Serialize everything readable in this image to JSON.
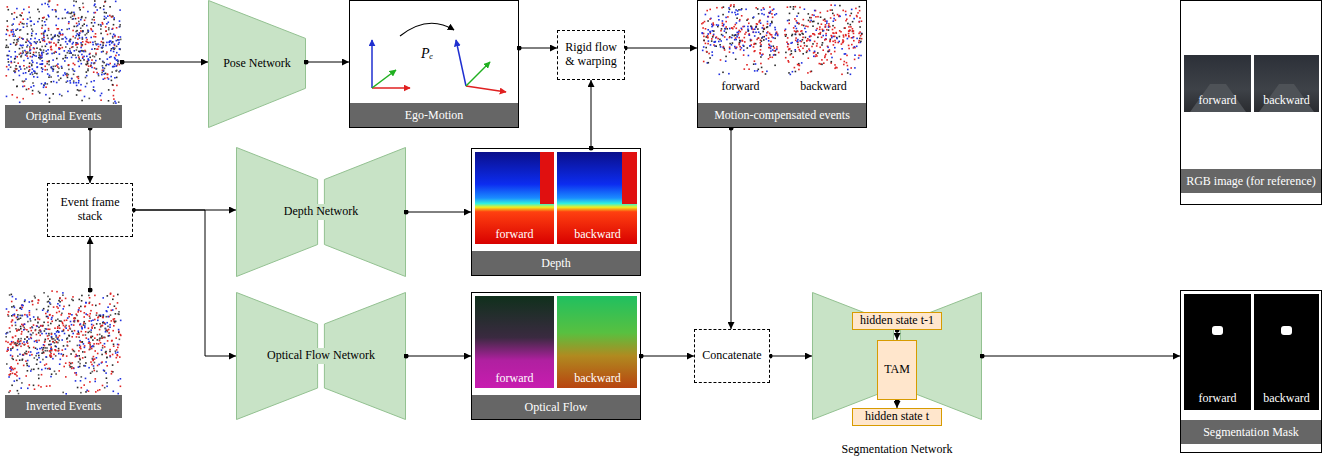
{
  "diagram": {
    "nodes": [
      {
        "text": [
          "Original Events"
        ]
      },
      {
        "text": [
          "Pose Network"
        ]
      },
      {
        "text": [
          "Pₑ",
          "Ego-Motion"
        ]
      },
      {
        "text": [
          "Rigid flow & warping"
        ]
      },
      {
        "text": [
          "forward",
          "backward",
          "Motion-compensated events"
        ]
      },
      {
        "text": [
          "forward",
          "backward",
          "RGB image (for reference)"
        ]
      },
      {
        "text": [
          "Event frame stack"
        ]
      },
      {
        "text": [
          "Depth Network"
        ]
      },
      {
        "text": [
          "forward",
          "backward",
          "Depth"
        ]
      },
      {
        "text": [
          "Inverted Events"
        ]
      },
      {
        "text": [
          "Optical Flow Network"
        ]
      },
      {
        "text": [
          "forward",
          "backward",
          "Optical Flow"
        ]
      },
      {
        "text": [
          "Concatenate"
        ]
      },
      {
        "text": [
          "Segmentation Network"
        ]
      },
      {
        "text": [
          "hidden state t-1"
        ],
        "in": 13
      },
      {
        "text": [
          "TAM"
        ],
        "in": 13
      },
      {
        "text": [
          "hidden state t"
        ],
        "in": 13
      },
      {
        "text": [
          "forward",
          "backward",
          "Segmentation Mask"
        ]
      }
    ],
    "edges": [
      {
        "from": 0,
        "to": 1,
        "arrow": "to"
      },
      {
        "from": 1,
        "to": 2,
        "arrow": "to"
      },
      {
        "from": 2,
        "to": 3,
        "arrow": "to"
      },
      {
        "from": 8,
        "to": 3,
        "arrow": "to"
      },
      {
        "from": 3,
        "to": 4,
        "arrow": "to"
      },
      {
        "from": 0,
        "to": 6,
        "arrow": "to"
      },
      {
        "from": 9,
        "to": 6,
        "arrow": "to"
      },
      {
        "from": 6,
        "to": 7,
        "arrow": "to"
      },
      {
        "from": 6,
        "to": 10,
        "arrow": "to"
      },
      {
        "from": 7,
        "to": 8,
        "arrow": "to"
      },
      {
        "from": 10,
        "to": 11,
        "arrow": "to"
      },
      {
        "from": 4,
        "to": 12,
        "arrow": "to"
      },
      {
        "from": 11,
        "to": 12,
        "arrow": "to"
      },
      {
        "from": 12,
        "to": 13,
        "arrow": "to"
      },
      {
        "from": 14,
        "to": 15,
        "arrow": "to"
      },
      {
        "from": 15,
        "to": 16,
        "arrow": "to"
      },
      {
        "from": 13,
        "to": 17,
        "arrow": "to"
      }
    ]
  }
}
